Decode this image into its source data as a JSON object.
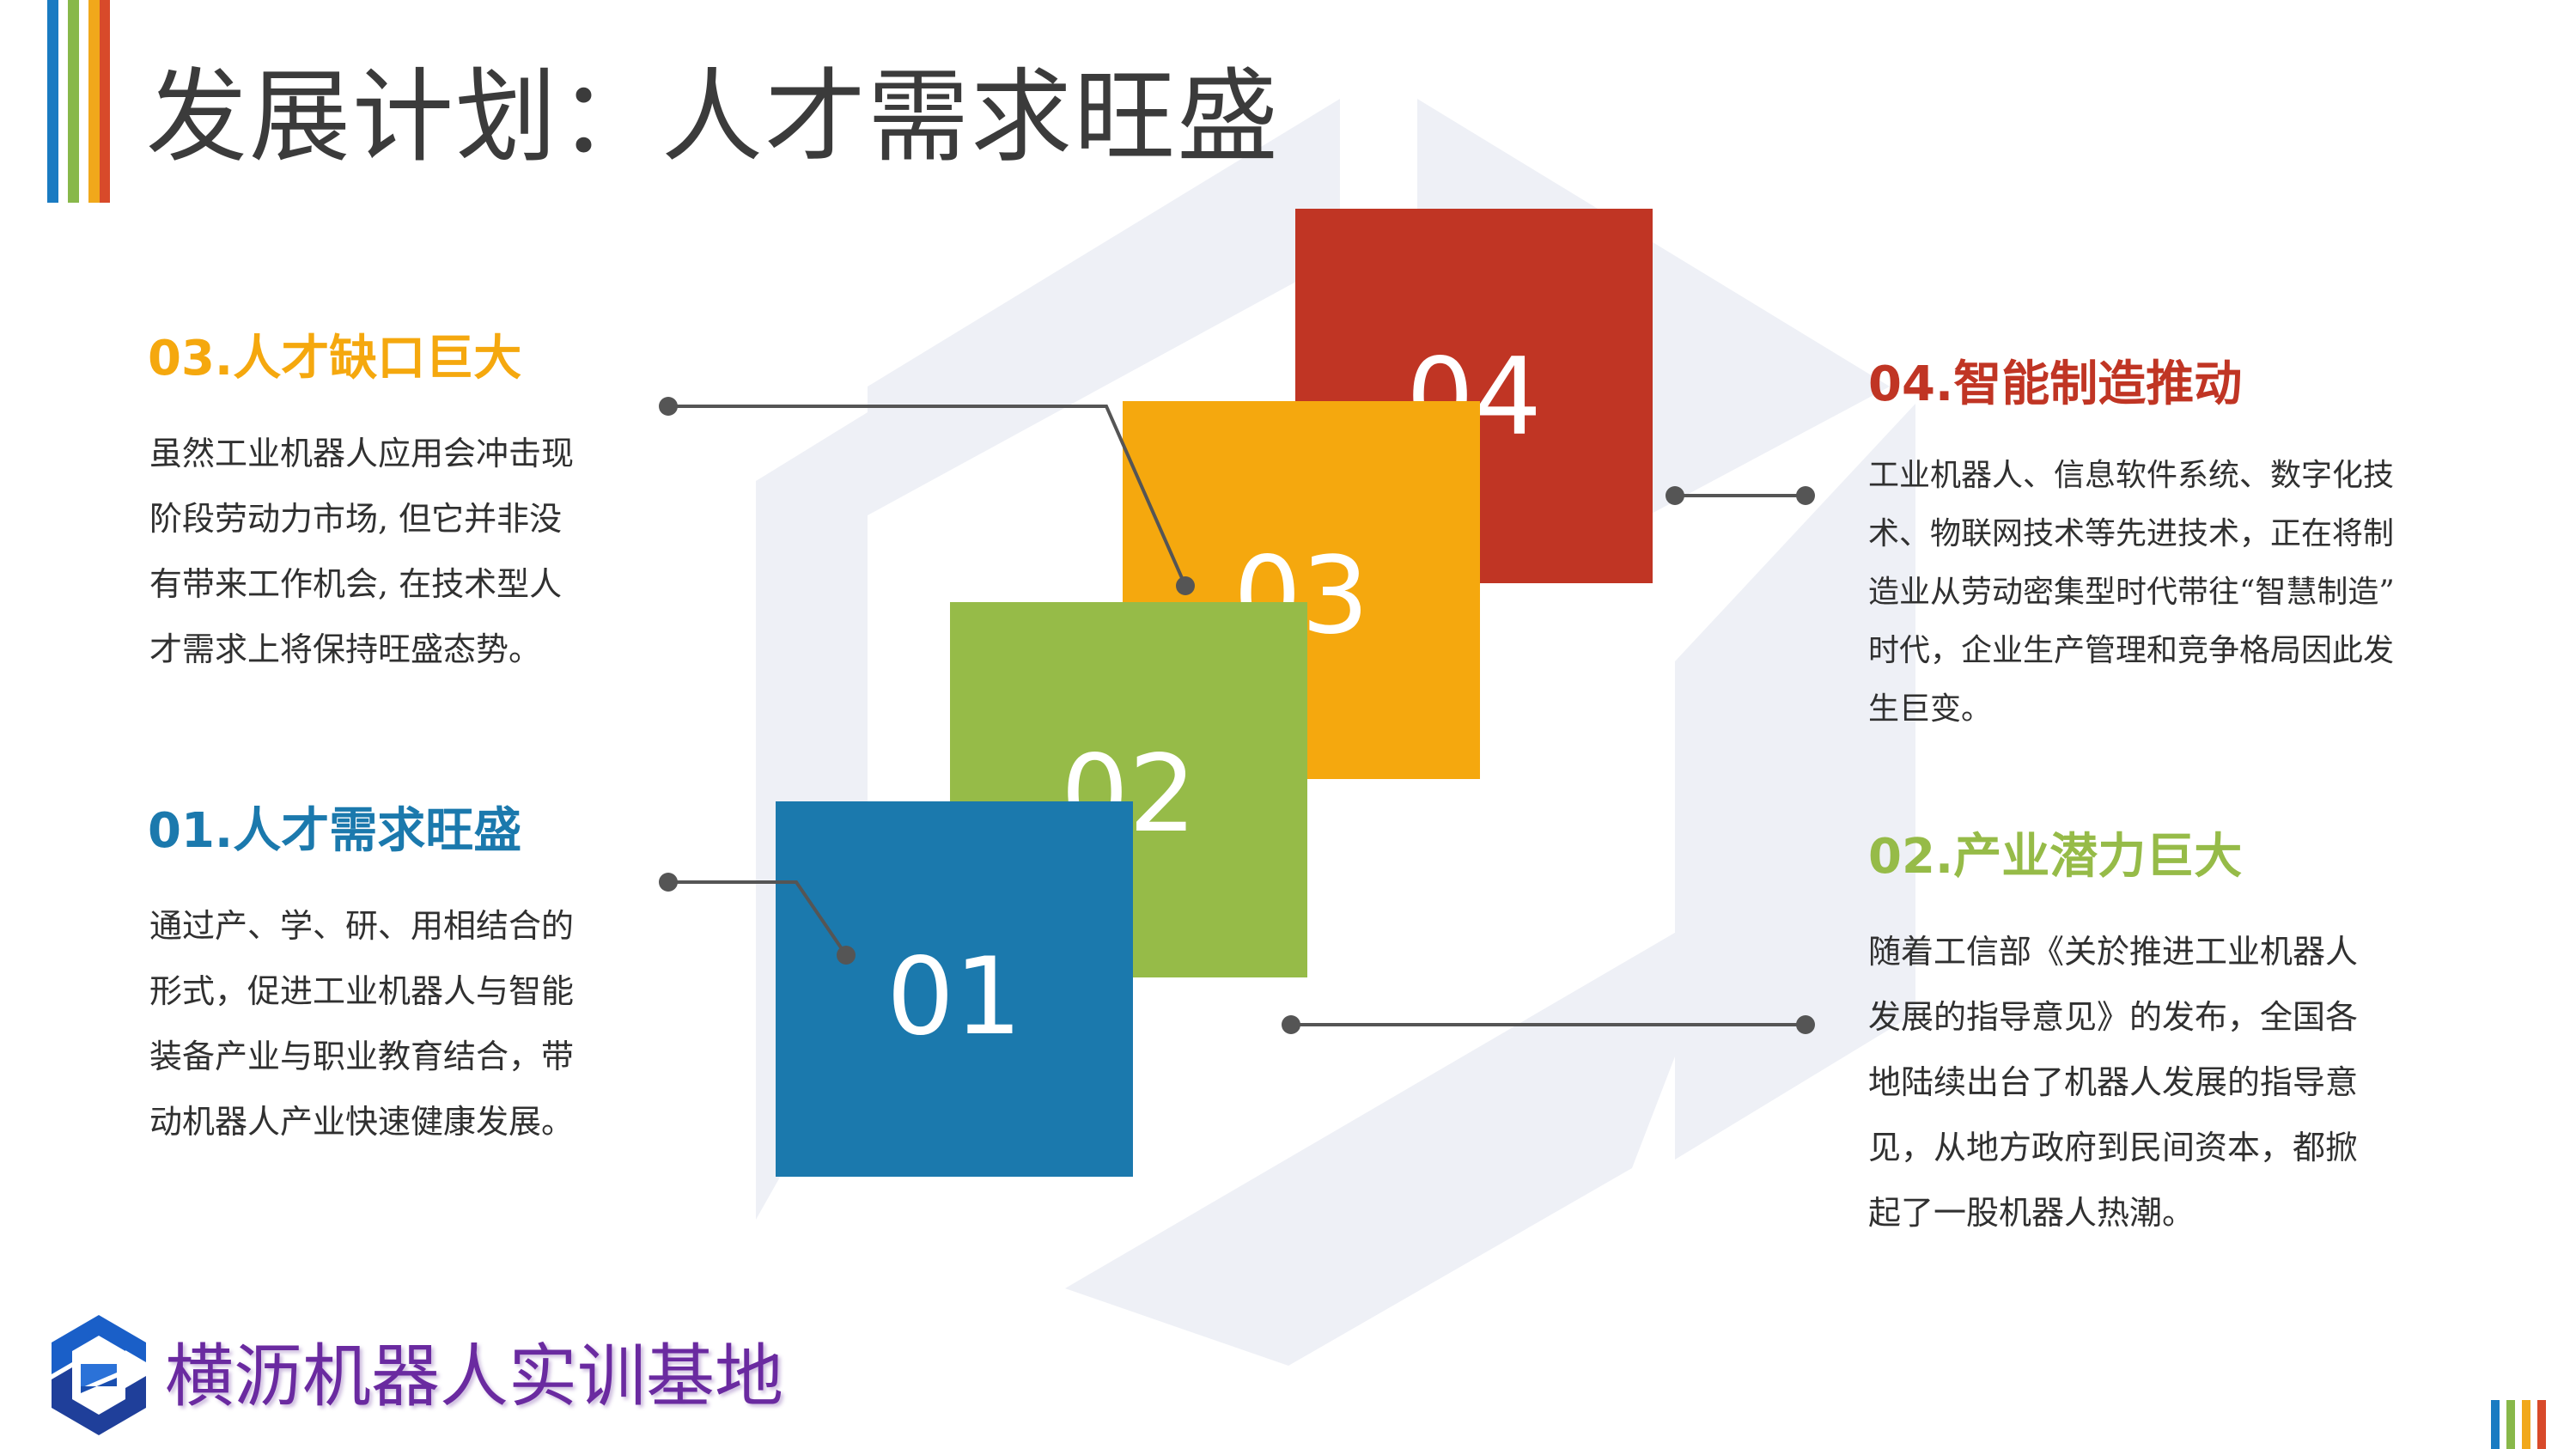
{
  "title": "发展计划：人才需求旺盛",
  "steps": [
    {
      "number": "01",
      "heading": "01.人才需求旺盛",
      "color": "#1b79ad",
      "lines": [
        "通过产、学、研、用相结合的",
        "形式，促进工业机器人与智能",
        "装备产业与职业教育结合，带",
        "动机器人产业快速健康发展。"
      ]
    },
    {
      "number": "02",
      "heading": "02.产业潜力巨大",
      "color": "#96bb48",
      "lines": [
        "随着工信部《关於推进工业机器人",
        "发展的指导意见》的发布，全国各",
        "地陆续出台了机器人发展的指导意",
        "见，从地方政府到民间资本，都掀",
        "起了一股机器人热潮。"
      ]
    },
    {
      "number": "03",
      "heading": "03.人才缺口巨大",
      "color": "#f5a80e",
      "lines": [
        "虽然工业机器人应用会冲击现",
        "阶段劳动力市场, 但它并非没",
        "有带来工作机会, 在技术型人",
        "才需求上将保持旺盛态势。"
      ]
    },
    {
      "number": "04",
      "heading": "04.智能制造推动",
      "color": "#c03524",
      "lines": [
        "工业机器人、信息软件系统、数字化技",
        "术、物联网技术等先进技术，正在将制",
        "造业从劳动密集型时代带往“智慧制造”",
        "时代，企业生产管理和竞争格局因此发",
        "生巨变。"
      ]
    }
  ],
  "footer": {
    "brand": "横沥机器人实训基地",
    "logo_icon": "hexagon-logo-icon"
  },
  "colors": {
    "stripes": [
      "#1a7bc2",
      "#88b84a",
      "#f1a81b",
      "#d84a2a"
    ],
    "background_watermark": "#eef0f6",
    "connector": "#555555",
    "brand_text": "#6a2aa0"
  }
}
